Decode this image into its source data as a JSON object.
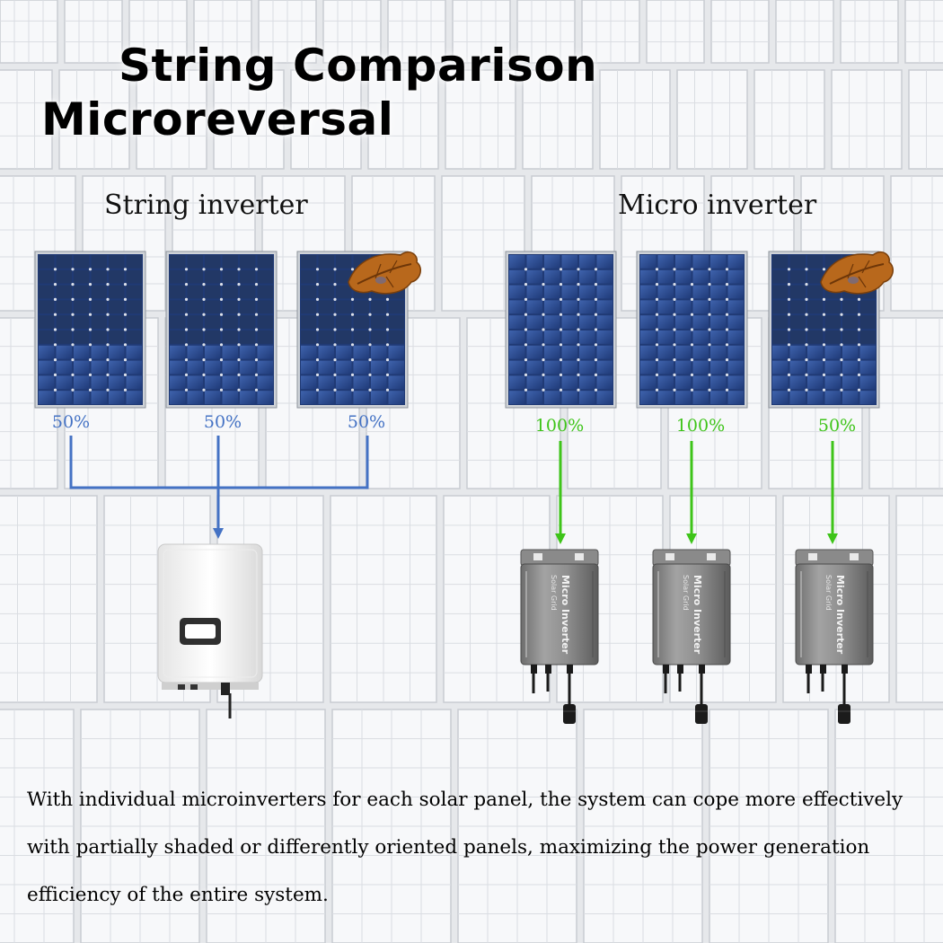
{
  "title": {
    "line1": "String Comparison",
    "line2": "Microreversal"
  },
  "string_section": {
    "label": "String inverter",
    "panel_outputs": [
      "50%",
      "50%",
      "50%"
    ],
    "colors": {
      "accent": "#4472c4"
    },
    "icons": [
      "solar-panel-icon",
      "shade-leaf-icon",
      "string-inverter-icon"
    ]
  },
  "micro_section": {
    "label": "Micro inverter",
    "panel_outputs": [
      "100%",
      "100%",
      "50%"
    ],
    "device_text": {
      "brand": "Solar Grid",
      "model": "Micro Inverter"
    },
    "colors": {
      "accent": "#3ec419"
    },
    "icons": [
      "solar-panel-icon",
      "shade-leaf-icon",
      "micro-inverter-icon"
    ]
  },
  "footer": {
    "text": "With individual microinverters for each solar panel, the system can cope more effectively with partially shaded or differently oriented panels, maximizing the power generation efficiency of the entire system."
  }
}
